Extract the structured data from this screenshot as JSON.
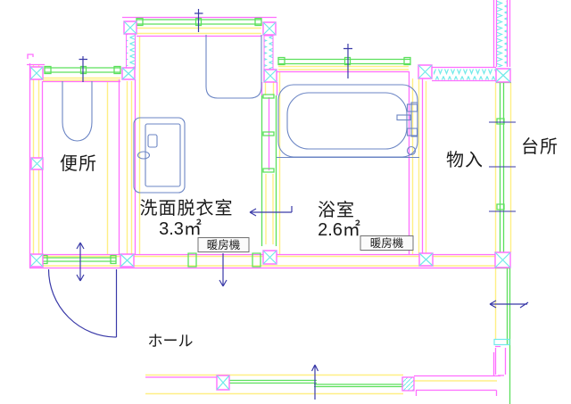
{
  "rooms": {
    "toilet": {
      "label": "便所"
    },
    "washroom": {
      "label": "洗面脱衣室",
      "area": "3.3㎡"
    },
    "bathroom": {
      "label": "浴室",
      "area": "2.6㎡"
    },
    "storage": {
      "label": "物入"
    },
    "kitchen": {
      "label": "台所"
    },
    "hall": {
      "label": "ホール"
    }
  },
  "equipment": {
    "heater_washroom": {
      "label": "暖房機"
    },
    "heater_bathroom": {
      "label": "暖房機"
    }
  },
  "colors": {
    "wall_magenta": "#ff6eff",
    "finish_yellow": "#ffef85",
    "opening_green": "#5ce05c",
    "insulation_cyan": "#70eaea",
    "fixture_blue": "#6b85c4",
    "annotation_navy": "#3a3aa8",
    "text": "#1a1a1a",
    "background": "#ffffff"
  }
}
